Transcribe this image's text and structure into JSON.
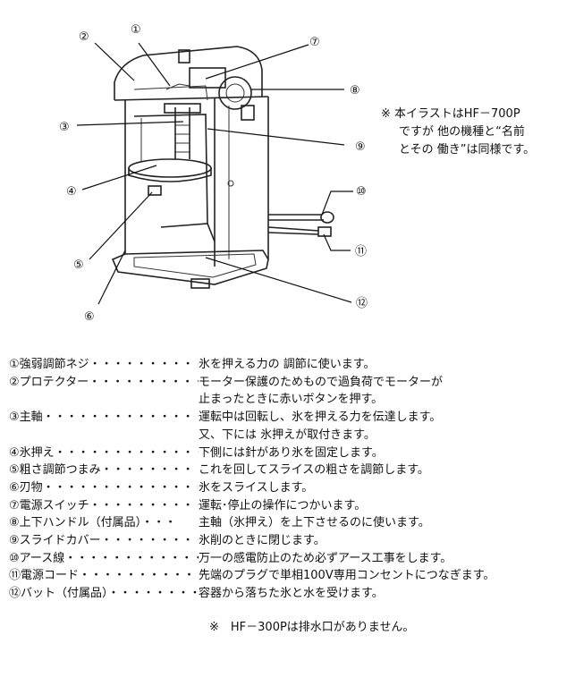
{
  "callouts": {
    "c1": "①",
    "c2": "②",
    "c3": "③",
    "c4": "④",
    "c5": "⑤",
    "c6": "⑥",
    "c7": "⑦",
    "c8": "⑧",
    "c9": "⑨",
    "c10": "⑩",
    "c11": "⑪",
    "c12": "⑫"
  },
  "note": {
    "line1": "※ 本イラストはHF－700P",
    "line2": "ですが 他の機種と“名前",
    "line3": "とその 働き”は同様です。"
  },
  "parts": [
    {
      "name": "①強弱調節ネジ・・・・・・・・・・",
      "desc": "氷を押える力の 調節に使います。"
    },
    {
      "name": "②プロテクター・・・・・・・・・・",
      "desc": "モーター保護のためもので過負荷でモーターが"
    },
    {
      "name": "",
      "desc": "止まったときに赤いボタンを押す。"
    },
    {
      "name": "③主軸・・・・・・・・・・・・・・・・・",
      "desc": "運転中は回転し、氷を押える力を伝達します。"
    },
    {
      "name": "",
      "desc": "又、下には 氷押えが取付きます。"
    },
    {
      "name": "④氷押え・・・・・・・・・・・・・・・",
      "desc": "下側には針があり氷を固定します。"
    },
    {
      "name": "⑤粗さ調節つまみ・・・・・・・・",
      "desc": "これを回してスライスの粗さを調節します。"
    },
    {
      "name": "⑥刃物・・・・・・・・・・・・・・・・・",
      "desc": "氷をスライスします。"
    },
    {
      "name": "⑦電源スイッチ・・・・・・・・・・",
      "desc": "運転･停止の操作につかいます。"
    },
    {
      "name": "⑧上下ハンドル（付属品）・・・",
      "desc": "主軸（氷押え）を上下させるのに使います。"
    },
    {
      "name": "⑨スライドカバー・・・・・・・・・",
      "desc": "氷削のときに閉じます。"
    },
    {
      "name": "⑩アース線・・・・・・・・・・・・・・",
      "desc": "万一の感電防止のため必ずアース工事をします。"
    },
    {
      "name": "⑪電源コード・・・・・・・・・・・・",
      "desc": "先端のプラグで単相100V専用コンセントにつなぎます。"
    },
    {
      "name": "⑫バット（付属品）・・・・・・・・",
      "desc": "容器から落ちた氷と水を受けます。"
    }
  ],
  "footnote": "※　HF－300Pは排水口がありません。"
}
